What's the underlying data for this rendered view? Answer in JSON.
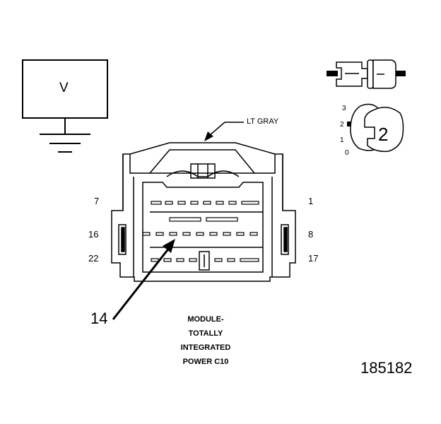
{
  "meter_symbol": "V",
  "connector_color": "LT GRAY",
  "pin_labels": {
    "top_left": "7",
    "top_right": "1",
    "mid_left": "16",
    "mid_right": "8",
    "bottom_left": "22",
    "bottom_right": "17"
  },
  "callout_number": "14",
  "module_label": [
    "MODULE-",
    "TOTALLY",
    "INTEGRATED",
    "POWER C10"
  ],
  "position_indicator": {
    "scale": [
      "3",
      "2",
      "1",
      "0"
    ],
    "position": "2"
  },
  "figure_id": "185182"
}
